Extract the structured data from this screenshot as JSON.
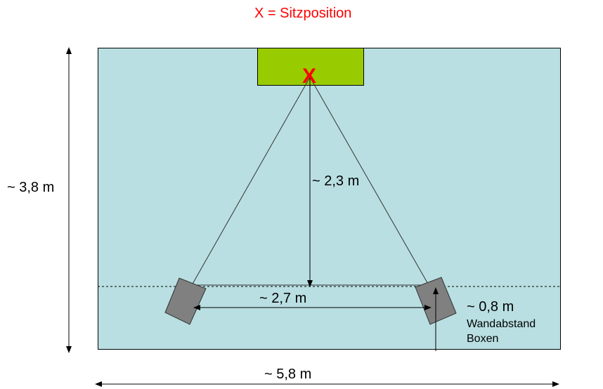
{
  "title": "X = Sitzposition",
  "seat_marker": "X",
  "labels": {
    "room_depth": "~ 3,8 m",
    "listening_distance": "~ 2,3 m",
    "speaker_spacing": "~ 2,7 m",
    "wall_distance": "~ 0,8 m",
    "wall_distance_caption_1": "Wandabstand",
    "wall_distance_caption_2": "Boxen",
    "room_width": "~ 5,8 m"
  },
  "colors": {
    "room": "#b9dfe2",
    "sofa": "#99cc00",
    "speaker": "#808080",
    "marker": "#ff0000"
  }
}
